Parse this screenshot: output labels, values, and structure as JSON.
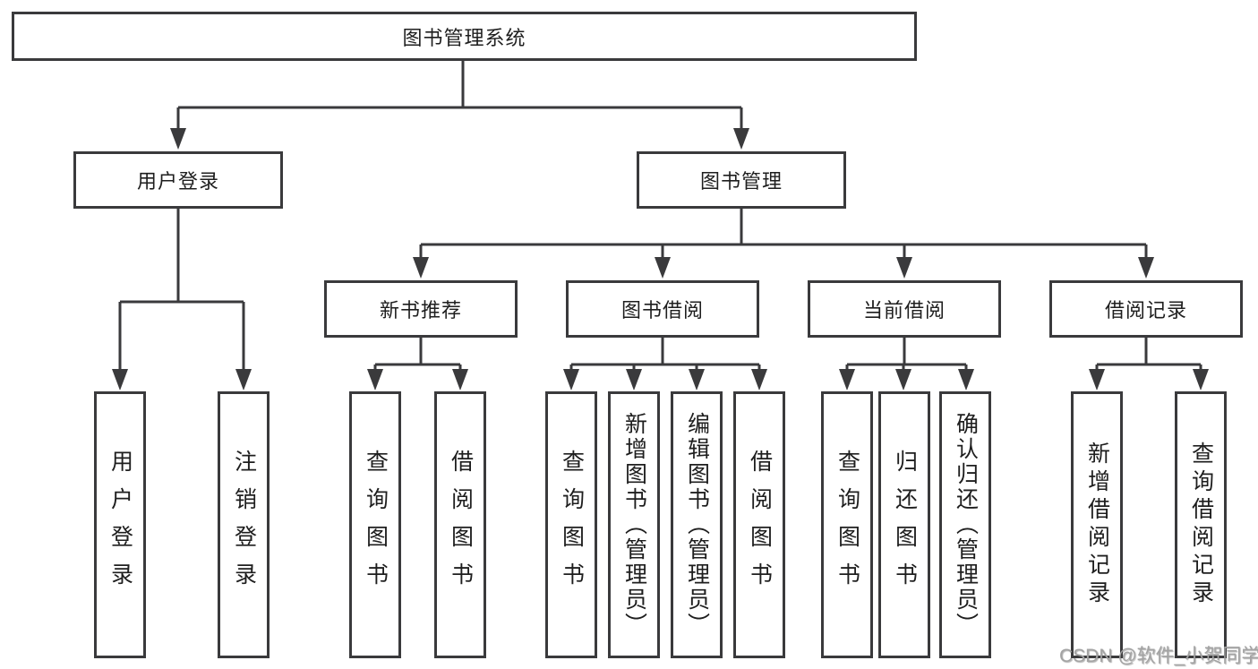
{
  "tree": {
    "root": {
      "label": "图书管理系统",
      "children": [
        {
          "label": "用户登录",
          "children": [
            {
              "label": "用户登录"
            },
            {
              "label": "注销登录"
            }
          ]
        },
        {
          "label": "图书管理",
          "children": [
            {
              "label": "新书推荐",
              "children": [
                {
                  "label": "查询图书"
                },
                {
                  "label": "借阅图书"
                }
              ]
            },
            {
              "label": "图书借阅",
              "children": [
                {
                  "label": "查询图书"
                },
                {
                  "label": "新增图书（管理员）"
                },
                {
                  "label": "编辑图书（管理员）"
                },
                {
                  "label": "借阅图书"
                }
              ]
            },
            {
              "label": "当前借阅",
              "children": [
                {
                  "label": "查询图书"
                },
                {
                  "label": "归还图书"
                },
                {
                  "label": "确认归还（管理员）"
                }
              ]
            },
            {
              "label": "借阅记录",
              "children": [
                {
                  "label": "新增借阅记录"
                },
                {
                  "label": "查询借阅记录"
                }
              ]
            }
          ]
        }
      ]
    }
  },
  "watermark": {
    "text": "CSDN @软件_小贺同学"
  },
  "colors": {
    "line": "#3a3a3c",
    "text": "#1e1e1e",
    "watermark": "#a3a3a3",
    "background": "#ffffff"
  }
}
